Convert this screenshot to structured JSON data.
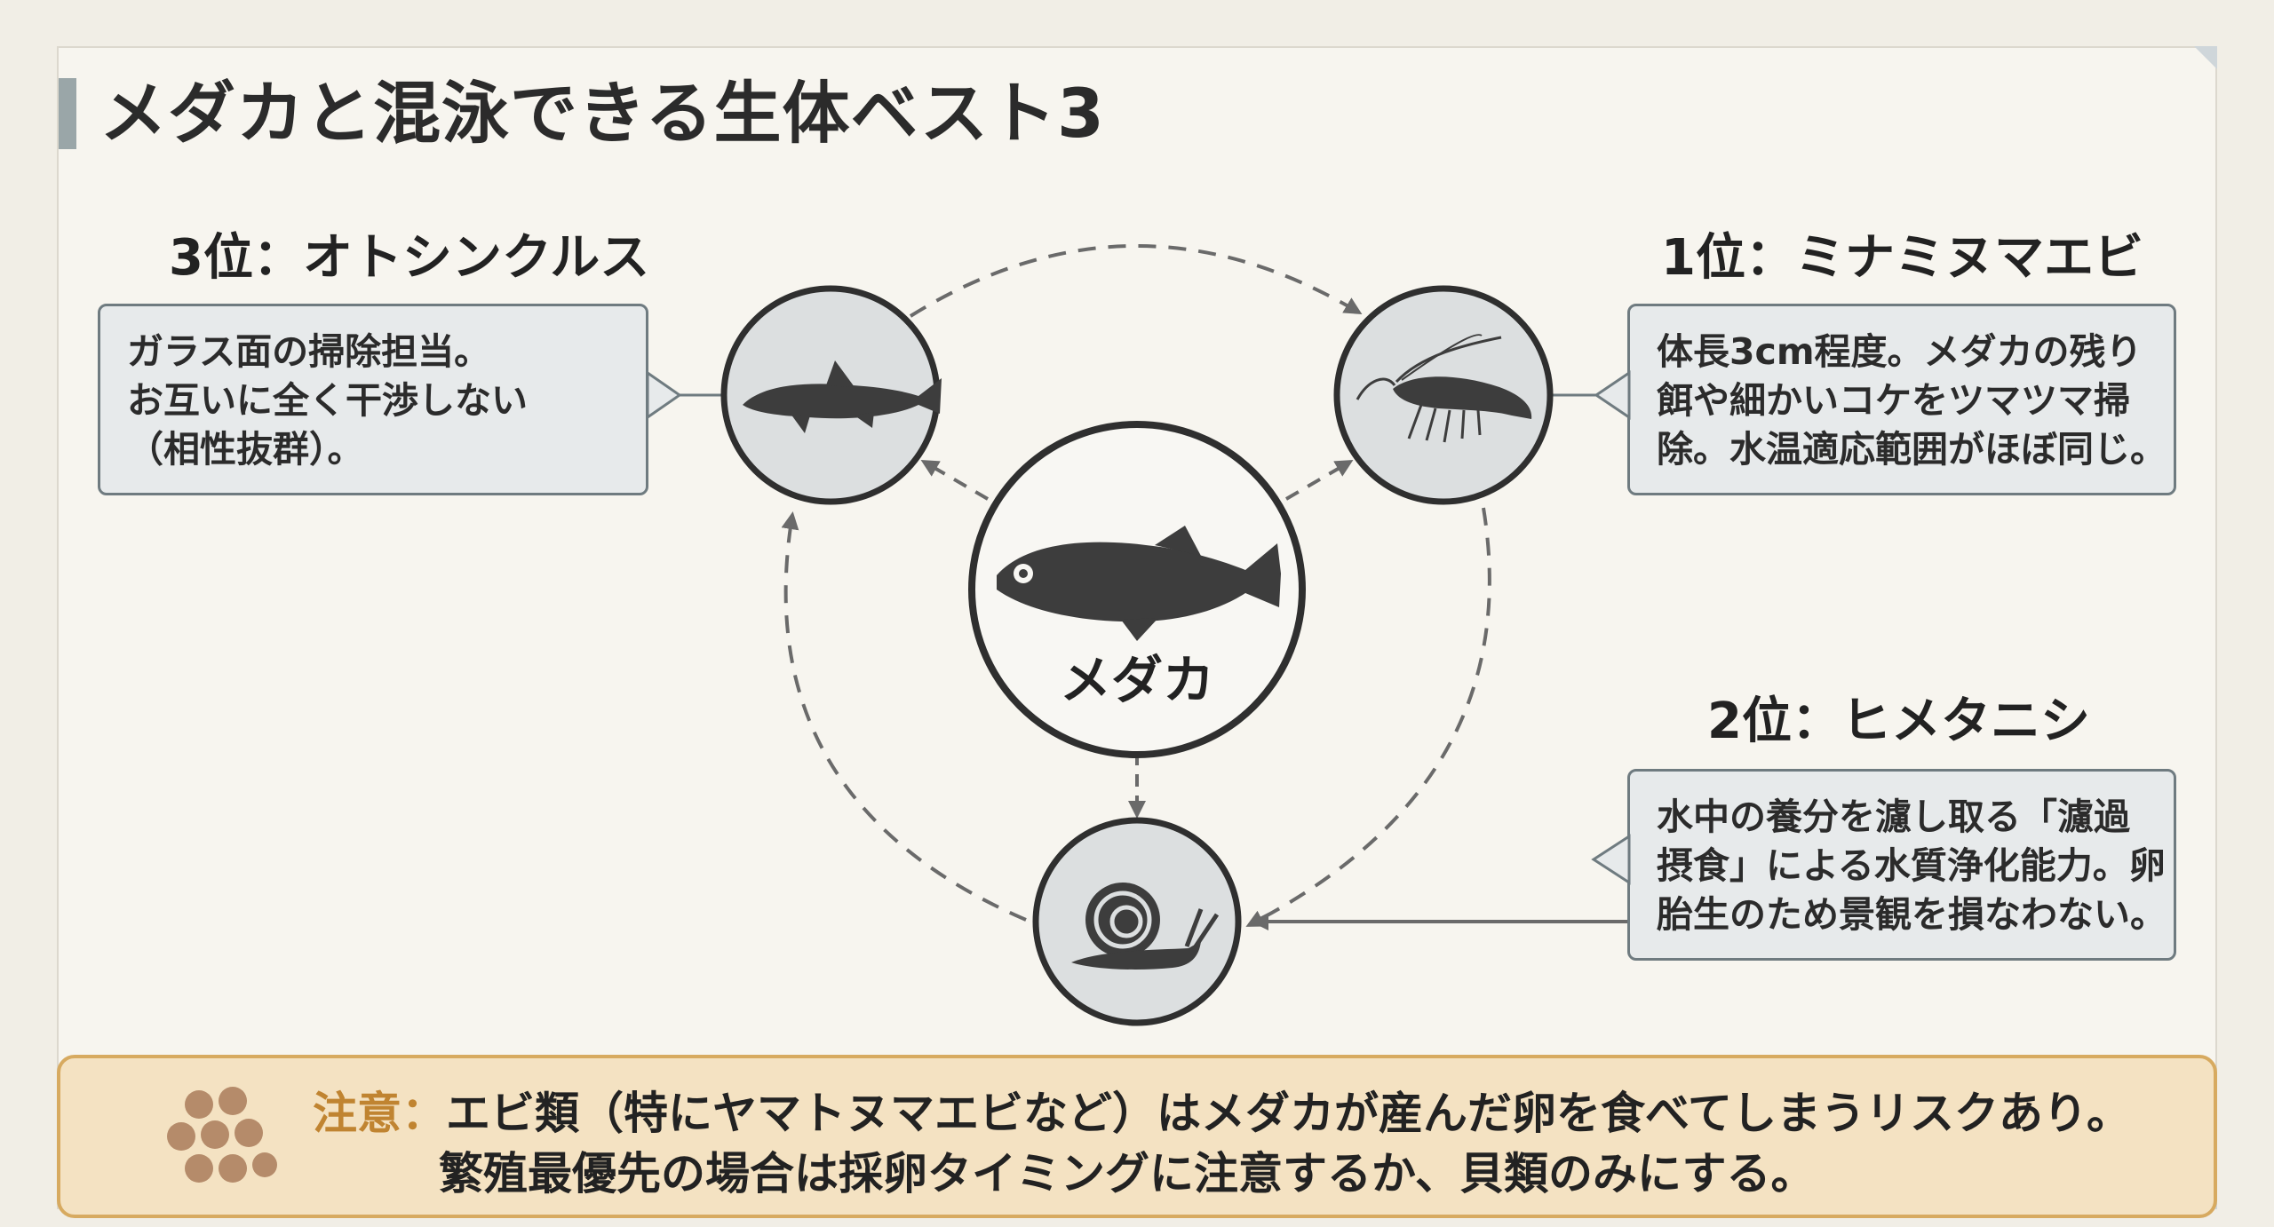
{
  "title": "メダカと混泳できる生体ベスト3",
  "center": {
    "label": "メダカ"
  },
  "rank3": {
    "heading": "3位：オトシンクルス",
    "lines": [
      "ガラス面の掃除担当。",
      "お互いに全く干渉しない",
      "（相性抜群）。"
    ]
  },
  "rank1": {
    "heading": "1位：ミナミヌマエビ",
    "lines": [
      "体長3cm程度。メダカの残り",
      "餌や細かいコケをツマツマ掃",
      "除。水温適応範囲がほぼ同じ。"
    ]
  },
  "rank2": {
    "heading": "2位：ヒメタニシ",
    "lines": [
      "水中の養分を濾し取る「濾過",
      "摂食」による水質浄化能力。卵",
      "胎生のため景観を損なわない。"
    ]
  },
  "warning": {
    "label": "注意：",
    "line1": "エビ類（特にヤマトヌマエビなど）はメダカが産んだ卵を食べてしまうリスクあり。",
    "line2": "繁殖最優先の場合は採卵タイミングに注意するか、貝類のみにする。"
  },
  "icons": {
    "center": "medaka-fish-icon",
    "rank3": "otocinclus-fish-icon",
    "rank1": "shrimp-icon",
    "rank2": "snail-icon",
    "warning": "eggs-icon"
  },
  "colors": {
    "background": "#f7f5ef",
    "box_fill": "#e7eaeb",
    "box_border": "#6f7b80",
    "icon_dark": "#3d3d3d",
    "warning_fill": "#f4e2c2",
    "warning_border": "#d7aa60",
    "warning_label": "#c08431"
  }
}
